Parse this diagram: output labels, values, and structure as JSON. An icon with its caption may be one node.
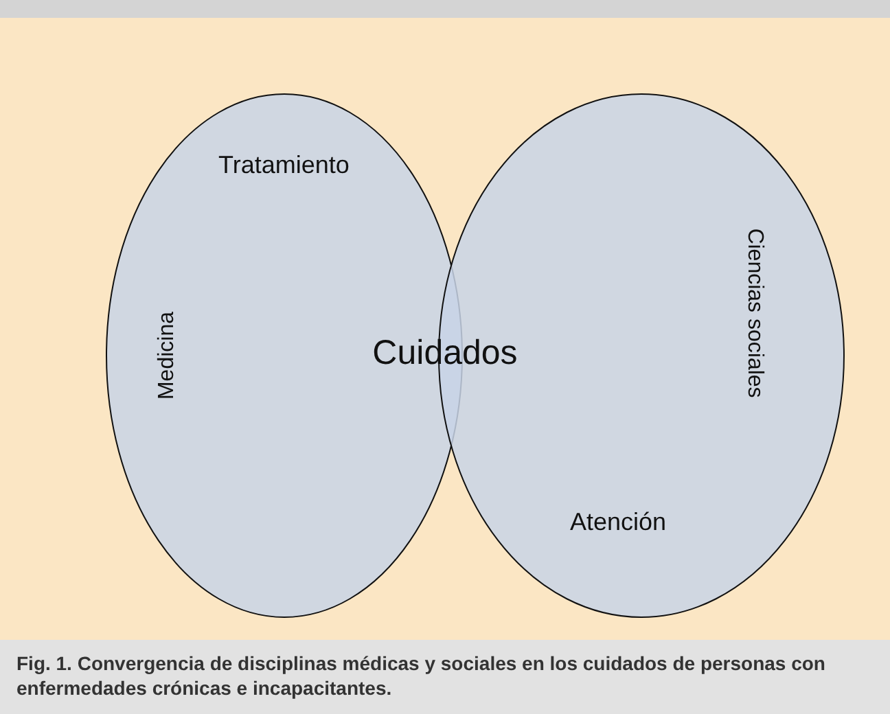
{
  "diagram": {
    "caption": "Fig. 1. Convergencia de disciplinas médicas y sociales en los cuidados de personas con enfermedades crónicas e incapacitantes.",
    "nodes": [
      {
        "text": [
          "Tratamiento",
          "Medicina"
        ]
      },
      {
        "text": [
          "Ciencias sociales",
          "Atención"
        ]
      }
    ],
    "labels": [
      "Cuidados"
    ]
  }
}
